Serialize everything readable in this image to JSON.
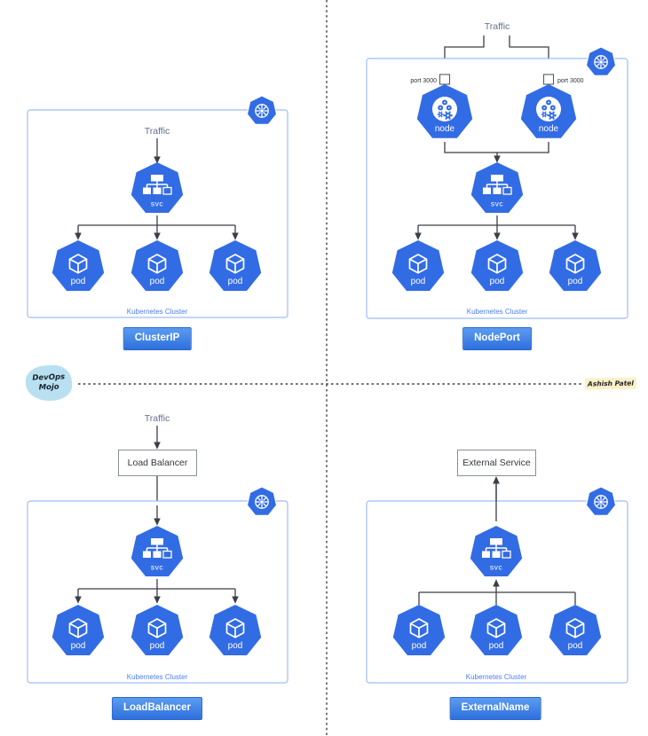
{
  "meta": {
    "background": "#ffffff",
    "k8s_blue": "#326CE5",
    "cluster_border": "#9dbef5",
    "cluster_label_color": "#4b7ef5",
    "line_color": "#3b3f46",
    "button_gradient_top": "#5b9cf0",
    "button_gradient_bottom": "#2e6fdd"
  },
  "badges": {
    "brand_line1": "DevOps",
    "brand_line2": "Mojo",
    "author": "Ashish Patel"
  },
  "diagrams": [
    {
      "type_label": "ClusterIP",
      "traffic_label": "Traffic",
      "svc_label": "svc",
      "pod_label": "pod",
      "cluster_label": "Kubernetes Cluster"
    },
    {
      "type_label": "NodePort",
      "traffic_label": "Traffic",
      "port_left": "port 3000",
      "port_right": "port 3000",
      "node_label": "node",
      "svc_label": "svc",
      "pod_label": "pod",
      "cluster_label": "Kubernetes Cluster"
    },
    {
      "type_label": "LoadBalancer",
      "traffic_label": "Traffic",
      "external_label": "Load Balancer",
      "svc_label": "svc",
      "pod_label": "pod",
      "cluster_label": "Kubernetes Cluster"
    },
    {
      "type_label": "ExternalName",
      "external_label": "External Service",
      "svc_label": "svc",
      "pod_label": "pod",
      "cluster_label": "Kubernetes Cluster"
    }
  ]
}
